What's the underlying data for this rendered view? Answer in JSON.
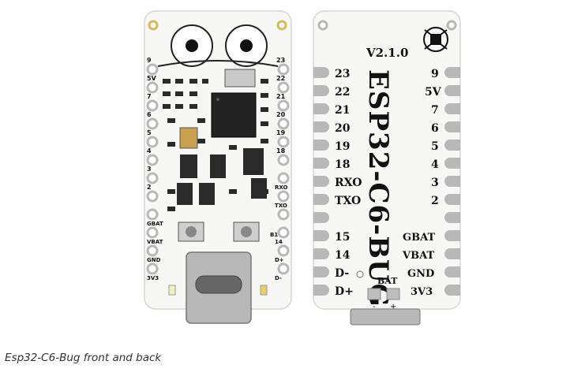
{
  "caption": "Esp32-C6-Bug front and back",
  "front": {
    "left_pins": [
      "9",
      "5V",
      "7",
      "6",
      "5",
      "4",
      "3",
      "2",
      "GBAT",
      "VBAT",
      "GND",
      "3V3"
    ],
    "right_pins": [
      "23",
      "22",
      "21",
      "20",
      "19",
      "18",
      "RXO",
      "TXO",
      "B1",
      "14",
      "D+",
      "D-"
    ]
  },
  "back": {
    "version": "V2.1.0",
    "title": "ESP32-C6-BUG",
    "left_pins": [
      "23",
      "22",
      "21",
      "20",
      "19",
      "18",
      "RXO",
      "TXO",
      "15",
      "14",
      "D-",
      "D+"
    ],
    "right_pins": [
      "9",
      "5V",
      "7",
      "6",
      "5",
      "4",
      "3",
      "2",
      "GBAT",
      "VBAT",
      "GND",
      "3V3"
    ],
    "bat_label": "BAT",
    "minus": "-",
    "plus": "+"
  },
  "colors": {
    "board": "#f7f7f5",
    "edge": "#d6d6d2",
    "chip": "#222222",
    "ink": "#111111",
    "gold": "#d8b85a",
    "silver": "#b8b8b8"
  }
}
